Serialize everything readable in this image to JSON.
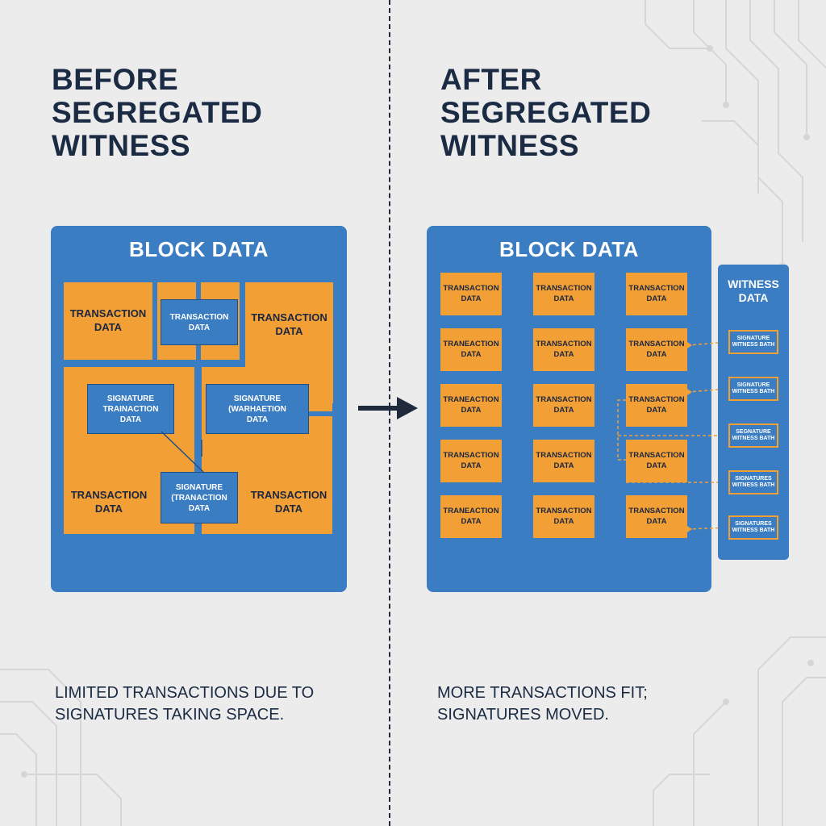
{
  "before": {
    "title": "BEFORE\nSEGREGATED\nWITNESS",
    "panel_title": "BLOCK DATA",
    "tx_label": "TRANSACTION\nDATA",
    "sig_boxes": [
      "TRANSACTION\nDATA",
      "SIGNATURE\nTRAINACTION\nDATA",
      "SIGNATURE\n(WARHAETION\nDATA",
      "SIGNATURE\n(TRANACTION\nDATA"
    ],
    "caption": "LIMITED TRANSACTIONS DUE TO\nSIGNATURES TAKING SPACE."
  },
  "after": {
    "title": "AFTER\nSEGREGATED\nWITNESS",
    "panel_title": "BLOCK DATA",
    "tx_grid": [
      [
        "TRANSACTION\nDATA",
        "TRANSACTION\nDATA",
        "TRANSACTION\nDATA"
      ],
      [
        "TRANEACTION\nDATA",
        "TRANSACTION\nDATA",
        "TRANSACTION\nDATA"
      ],
      [
        "TRANEACTION\nDATA",
        "TRANSACTION\nDATA",
        "TRANSACTION\nDATA"
      ],
      [
        "TRANSACTION\nDATA",
        "TRANSACTION\nDATA",
        "TRANSACTION\nDATA"
      ],
      [
        "TRANEACTION\nDATA",
        "TRANSACTION\nDATA",
        "TRANSACTION\nDATA"
      ]
    ],
    "witness_title": "WITNESS\nDATA",
    "witness_items": [
      "SIGNATURE\nWITNESS BATH",
      "SIGNATURE\nWITNESS BATH",
      "SEGNATURE\nWITNESS BATH",
      "SIGNATURES\nWITNESS BATH",
      "SIGNATURES\nWITNESS BATH"
    ],
    "caption": "MORE TRANSACTIONS FIT;\nSIGNATURES MOVED."
  },
  "colors": {
    "background": "#ececec",
    "panel_blue": "#3a7dc2",
    "transaction_orange": "#f2a035",
    "title_navy": "#1b2b44"
  },
  "icons": {
    "arrow": "right-arrow-icon",
    "background": "circuit-trace-decoration"
  }
}
